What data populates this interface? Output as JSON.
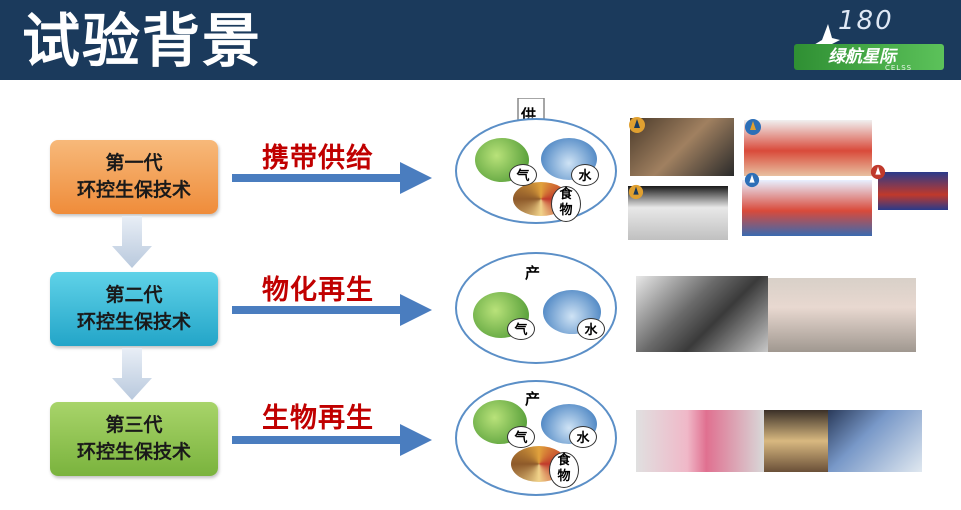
{
  "header": {
    "title": "试验背景"
  },
  "logo": {
    "number": "180",
    "name": "绿航星际",
    "sub": "CELSS"
  },
  "generations": [
    {
      "line1": "第一代",
      "line2": "环控生保技术",
      "method": "携带供给",
      "cycle_label": "供",
      "resources": [
        "气",
        "水",
        "食",
        "物"
      ]
    },
    {
      "line1": "第二代",
      "line2": "环控生保技术",
      "method": "物化再生",
      "cycle_label": "产",
      "resources": [
        "气",
        "水"
      ]
    },
    {
      "line1": "第三代",
      "line2": "环控生保技术",
      "method": "生物再生",
      "cycle_label": "产",
      "resources": [
        "气",
        "水",
        "食",
        "物"
      ]
    }
  ],
  "colors": {
    "header": "#1b3a5c",
    "method_text": "#c00000",
    "arrow": "#4a7dbf"
  }
}
